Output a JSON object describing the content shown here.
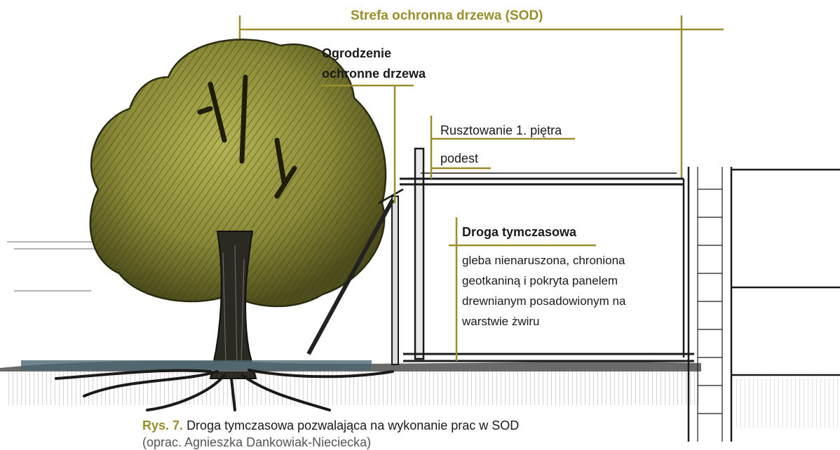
{
  "labels": {
    "sod_zone": "Strefa ochronna drzewa (SOD)",
    "fence_line1": "Ogrodzenie",
    "fence_line2": "ochronne drzewa",
    "scaffold": "Rusztowanie 1. piętra",
    "platform": "podest",
    "temp_road_title": "Droga tymczasowa",
    "temp_road_desc": [
      "gleba nienaruszona, chroniona",
      "geotkaniną i pokryta panelem",
      "drewnianym posadowionym na",
      "warstwie żwiru"
    ]
  },
  "caption": {
    "figure_no": "Rys. 7.",
    "text": "Droga tymczasowa pozwalająca na wykonanie prac w SOD",
    "second_line": "(oprac. Agnieszka Dankowiak-Nieciecka)"
  },
  "colors": {
    "accent_olive": "#9a8e2a",
    "ink": "#1a1a1a",
    "foliage_dark": "#5a5a1e",
    "foliage_light": "#a8a848",
    "ground_blue": "#4a6670"
  }
}
